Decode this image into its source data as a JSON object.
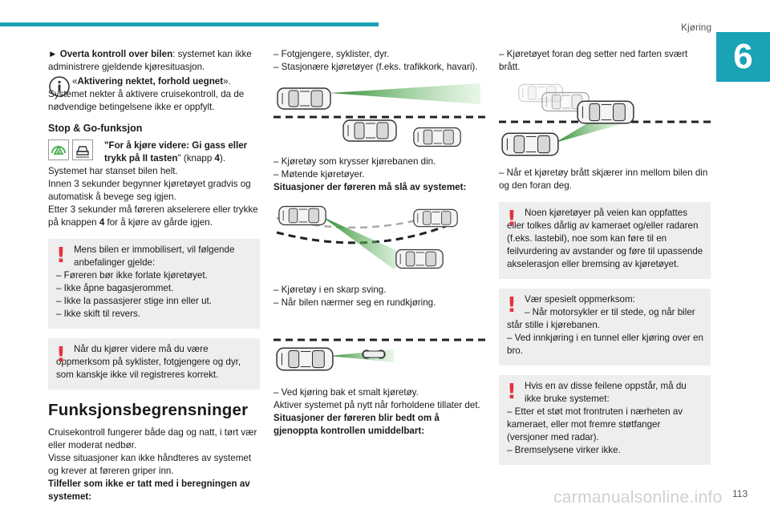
{
  "header": {
    "section": "Kjøring",
    "chapter": "6",
    "page_number": "113",
    "watermark": "carmanualsonline.info"
  },
  "col1": {
    "p1_bold": "► Overta kontroll over bilen",
    "p1_rest": ": systemet kan ikke administrere gjeldende kjøresituasjon.",
    "info_prefix": "«",
    "info_bold": "Aktivering nektet, forhold uegnet",
    "info_rest": "». Systemet nekter å aktivere cruisekontroll, da de nødvendige betingelsene ikke er oppfylt.",
    "stopgo_title": "Stop & Go-funksjon",
    "stopgo_quote_bold": "\"For å kjøre videre: Gi gass eller trykk på II tasten",
    "stopgo_quote_rest": "\" (knapp ",
    "stopgo_quote_num": "4",
    "stopgo_quote_end": ").",
    "line1": "Systemet har stanset bilen helt.",
    "line2": "Innen 3 sekunder begynner kjøretøyet gradvis og automatisk å bevege seg igjen.",
    "line3a": "Etter 3 sekunder må føreren akselerere eller trykke på knappen ",
    "line3b": "4",
    "line3c": " for å kjøre av gårde igjen.",
    "warn1_intro": "Mens bilen er immobilisert, vil følgende anbefalinger gjelde:",
    "warn1_items": [
      "– Føreren bør ikke forlate kjøretøyet.",
      "– Ikke åpne bagasjerommet.",
      "– Ikke la passasjerer stige inn eller ut.",
      "– Ikke skift til revers."
    ],
    "warn2": "Når du kjører videre må du være oppmerksom på syklister, fotgjengere og dyr, som kanskje ikke vil registreres korrekt.",
    "limits_title": "Funksjonsbegrensninger",
    "limits_p1": "Cruisekontroll fungerer både dag og natt, i tørt vær eller moderat nedbør.",
    "limits_p2": "Visse situasjoner kan ikke håndteres av systemet og krever at føreren griper inn.",
    "limits_p3": "Tilfeller som ikke er tatt med i beregningen av systemet:"
  },
  "col2": {
    "items1": [
      "– Fotgjengere, syklister, dyr.",
      "– Stasjonære kjøretøyer (f.eks. trafikkork, havari)."
    ],
    "items2": [
      "– Kjøretøy som krysser kjørebanen din.",
      "– Møtende kjøretøyer."
    ],
    "must_disable": "Situasjoner der føreren må slå av systemet:",
    "items3": [
      "– Kjøretøy i en skarp sving.",
      "– Når bilen nærmer seg en rundkjøring."
    ],
    "items4": [
      "– Ved kjøring bak et smalt kjøretøy."
    ],
    "reactivate": "Aktiver systemet på nytt når forholdene tillater det.",
    "take_over": "Situasjoner der føreren blir bedt om å gjenoppta kontrollen umiddelbart:"
  },
  "col3": {
    "item1": "– Kjøretøyet foran deg setter ned farten svært brått.",
    "item2": "– Når et kjøretøy brått skjærer inn mellom bilen din og den foran deg.",
    "warn1": "Noen kjøretøyer på veien kan oppfattes eller tolkes dårlig av kameraet og/eller radaren (f.eks. lastebil), noe som kan føre til en feilvurdering av avstander og føre til upassende akselerasjon eller bremsing av kjøretøyet.",
    "warn2_intro": "Vær spesielt oppmerksom:",
    "warn2_items": [
      "– Når motorsykler er til stede, og når biler står stille i kjørebanen.",
      "– Ved innkjøring i en tunnel eller kjøring over en bro."
    ],
    "warn3_intro": "Hvis en av disse feilene oppstår, må du ikke bruke systemet:",
    "warn3_items": [
      "– Etter et støt mot frontruten i nærheten av kameraet, eller mot fremre støtfanger (versjoner med radar).",
      "– Bremselysene virker ikke."
    ]
  },
  "colors": {
    "accent": "#1aa2b5",
    "warning": "#e2323c",
    "note_bg": "#eeeeee",
    "icon_green": "#4caf50"
  },
  "icons": {
    "info": "info-icon",
    "warning": "warning-icon",
    "stopgo": "cruise-control-icon"
  }
}
